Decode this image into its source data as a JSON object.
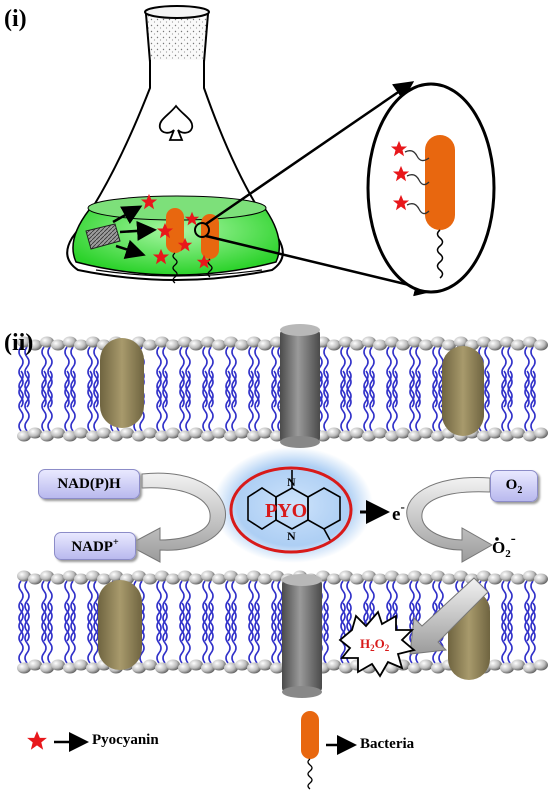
{
  "panels": {
    "i": "(i)",
    "ii": "(ii)"
  },
  "labels": {
    "nadph": "NAD(P)H",
    "nadp_base": "NADP",
    "nadp_sup": "+",
    "o2_base": "O",
    "o2_sub": "2",
    "superoxide_base": "O",
    "superoxide_sub": "2",
    "superoxide_sup": "-",
    "electron": "e",
    "electron_sup": "-",
    "h2o2_h": "H",
    "h2o2_sub1": "2",
    "h2o2_o": "O",
    "h2o2_sub2": "2",
    "pyo": "PYO",
    "n_top": "N",
    "n_bottom": "N"
  },
  "legend": {
    "pyocyanin": "Pyocyanin",
    "bacteria": "Bacteria"
  },
  "colors": {
    "star": "#e8171b",
    "bacteria": "#e8670f",
    "medium": "#3ee13a",
    "lipid_tail": "#3131c9",
    "channel": "#6d6d6d",
    "protein": "#8f8258",
    "glow": "#9fc6f2",
    "ring": "#d81a1a"
  }
}
